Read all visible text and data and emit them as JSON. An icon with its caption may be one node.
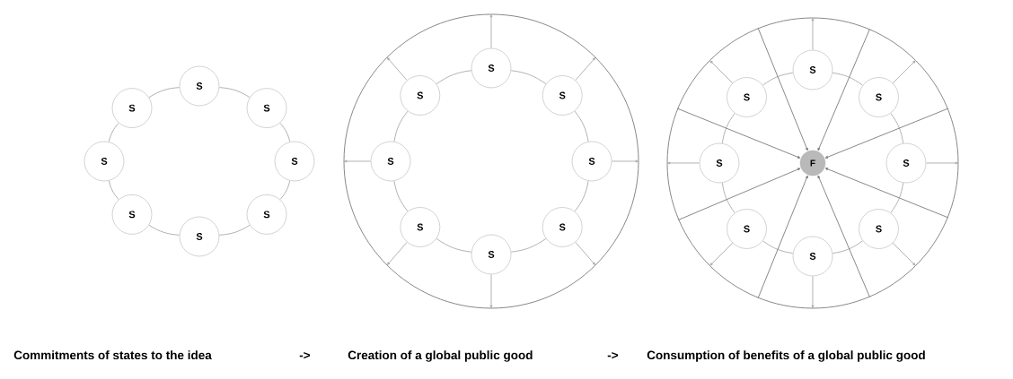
{
  "diagram": {
    "nodes": [
      {
        "text": [
          "S"
        ]
      },
      {
        "text": [
          "S"
        ]
      },
      {
        "text": [
          "S"
        ]
      },
      {
        "text": [
          "S"
        ]
      },
      {
        "text": [
          "S"
        ]
      },
      {
        "text": [
          "S"
        ]
      },
      {
        "text": [
          "S"
        ]
      },
      {
        "text": [
          "S"
        ]
      },
      {
        "text": [],
        "shape": "circle"
      },
      {
        "text": [
          "S"
        ],
        "in": 8
      },
      {
        "text": [
          "S"
        ],
        "in": 8
      },
      {
        "text": [
          "S"
        ],
        "in": 8
      },
      {
        "text": [
          "S"
        ],
        "in": 8
      },
      {
        "text": [
          "S"
        ],
        "in": 8
      },
      {
        "text": [
          "S"
        ],
        "in": 8
      },
      {
        "text": [
          "S"
        ],
        "in": 8
      },
      {
        "text": [
          "S"
        ],
        "in": 8
      },
      {
        "text": [],
        "shape": "circle"
      },
      {
        "text": [
          "S"
        ],
        "in": 17
      },
      {
        "text": [
          "S"
        ],
        "in": 17
      },
      {
        "text": [
          "S"
        ],
        "in": 17
      },
      {
        "text": [
          "S"
        ],
        "in": 17
      },
      {
        "text": [
          "S"
        ],
        "in": 17
      },
      {
        "text": [
          "S"
        ],
        "in": 17
      },
      {
        "text": [
          "S"
        ],
        "in": 17
      },
      {
        "text": [
          "S"
        ],
        "in": 17
      },
      {
        "text": [
          "F"
        ],
        "in": 17
      }
    ],
    "edges": [
      {
        "from": 0,
        "to": 1,
        "arrow": "none"
      },
      {
        "from": 1,
        "to": 2,
        "arrow": "none"
      },
      {
        "from": 2,
        "to": 3,
        "arrow": "none"
      },
      {
        "from": 3,
        "to": 4,
        "arrow": "none"
      },
      {
        "from": 4,
        "to": 5,
        "arrow": "none"
      },
      {
        "from": 5,
        "to": 6,
        "arrow": "none"
      },
      {
        "from": 6,
        "to": 7,
        "arrow": "none"
      },
      {
        "from": 7,
        "to": 0,
        "arrow": "none"
      },
      {
        "from": 9,
        "to": 10,
        "arrow": "none"
      },
      {
        "from": 10,
        "to": 11,
        "arrow": "none"
      },
      {
        "from": 11,
        "to": 12,
        "arrow": "none"
      },
      {
        "from": 12,
        "to": 13,
        "arrow": "none"
      },
      {
        "from": 13,
        "to": 14,
        "arrow": "none"
      },
      {
        "from": 14,
        "to": 15,
        "arrow": "none"
      },
      {
        "from": 15,
        "to": 16,
        "arrow": "none"
      },
      {
        "from": 16,
        "to": 9,
        "arrow": "none"
      },
      {
        "from": 9,
        "to": 8,
        "arrow": "to"
      },
      {
        "from": 10,
        "to": 8,
        "arrow": "to"
      },
      {
        "from": 11,
        "to": 8,
        "arrow": "to"
      },
      {
        "from": 12,
        "to": 8,
        "arrow": "to"
      },
      {
        "from": 13,
        "to": 8,
        "arrow": "to"
      },
      {
        "from": 14,
        "to": 8,
        "arrow": "to"
      },
      {
        "from": 15,
        "to": 8,
        "arrow": "to"
      },
      {
        "from": 16,
        "to": 8,
        "arrow": "to"
      },
      {
        "from": 18,
        "to": 19,
        "arrow": "none"
      },
      {
        "from": 19,
        "to": 20,
        "arrow": "none"
      },
      {
        "from": 20,
        "to": 21,
        "arrow": "none"
      },
      {
        "from": 21,
        "to": 22,
        "arrow": "none"
      },
      {
        "from": 22,
        "to": 23,
        "arrow": "none"
      },
      {
        "from": 23,
        "to": 24,
        "arrow": "none"
      },
      {
        "from": 24,
        "to": 25,
        "arrow": "none"
      },
      {
        "from": 25,
        "to": 18,
        "arrow": "none"
      },
      {
        "from": 18,
        "to": 17,
        "arrow": "to"
      },
      {
        "from": 19,
        "to": 17,
        "arrow": "to"
      },
      {
        "from": 20,
        "to": 17,
        "arrow": "to"
      },
      {
        "from": 21,
        "to": 17,
        "arrow": "to"
      },
      {
        "from": 22,
        "to": 17,
        "arrow": "to"
      },
      {
        "from": 23,
        "to": 17,
        "arrow": "to"
      },
      {
        "from": 24,
        "to": 17,
        "arrow": "to"
      },
      {
        "from": 25,
        "to": 17,
        "arrow": "to"
      },
      {
        "from": 17,
        "to": 26,
        "arrow": "to",
        "color": "#7a7a7a"
      },
      {
        "from": 17,
        "to": 26,
        "arrow": "to",
        "color": "#7a7a7a"
      },
      {
        "from": 17,
        "to": 26,
        "arrow": "to",
        "color": "#7a7a7a"
      },
      {
        "from": 17,
        "to": 26,
        "arrow": "to",
        "color": "#7a7a7a"
      },
      {
        "from": 17,
        "to": 26,
        "arrow": "to",
        "color": "#7a7a7a"
      },
      {
        "from": 17,
        "to": 26,
        "arrow": "to",
        "color": "#7a7a7a"
      },
      {
        "from": 17,
        "to": 26,
        "arrow": "to",
        "color": "#7a7a7a"
      },
      {
        "from": 17,
        "to": 26,
        "arrow": "to",
        "color": "#7a7a7a"
      }
    ],
    "labels": [
      "Commitments of states to the idea",
      "->",
      "Creation of a global public good",
      "->",
      "Consumption of benefits of a global public good"
    ]
  }
}
